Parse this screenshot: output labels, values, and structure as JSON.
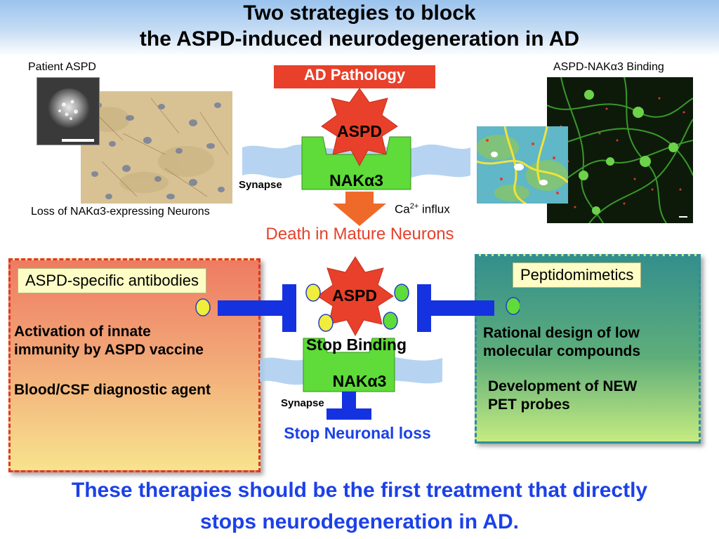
{
  "title": {
    "line1": "Two strategies to block",
    "line2": "the ASPD-induced neurodegeneration in AD"
  },
  "top_left": {
    "patient_label": "Patient ASPD",
    "loss_label": "Loss of NAKα3-expressing Neurons"
  },
  "top_center": {
    "pathology_label": "AD Pathology",
    "aspd_label": "ASPD",
    "receptor_label": "NAKα3",
    "synapse_label": "Synapse",
    "ca_label": "Ca",
    "ca_sup": "2+",
    "ca_suffix": " influx",
    "death_label": "Death in Mature Neurons"
  },
  "top_right": {
    "binding_label": "ASPD-NAKα3 Binding"
  },
  "bottom_left": {
    "box_title": "ASPD-specific antibodies",
    "item1_line1": "Activation of innate",
    "item1_line2": "immunity by ASPD vaccine",
    "item2": "Blood/CSF diagnostic agent"
  },
  "bottom_center": {
    "aspd_label": "ASPD",
    "stop_binding_label": "Stop Binding",
    "receptor_label": "NAKα3",
    "synapse_label": "Synapse",
    "stop_loss_label": "Stop Neuronal loss"
  },
  "bottom_right": {
    "box_title": "Peptidomimetics",
    "item1_line1": "Rational design of low",
    "item1_line2": "molecular compounds",
    "item2_line1": "Development of NEW",
    "item2_line2": "PET probes"
  },
  "conclusion": {
    "line1": "These therapies should be the first treatment that directly",
    "line2": "stops neurodegeneration in AD."
  },
  "colors": {
    "aspd_star": "#e8402a",
    "receptor_green": "#5fdb3a",
    "inhibitor_blue": "#1532e0",
    "death_red": "#e5412c",
    "conclusion_blue": "#1c41e8"
  }
}
